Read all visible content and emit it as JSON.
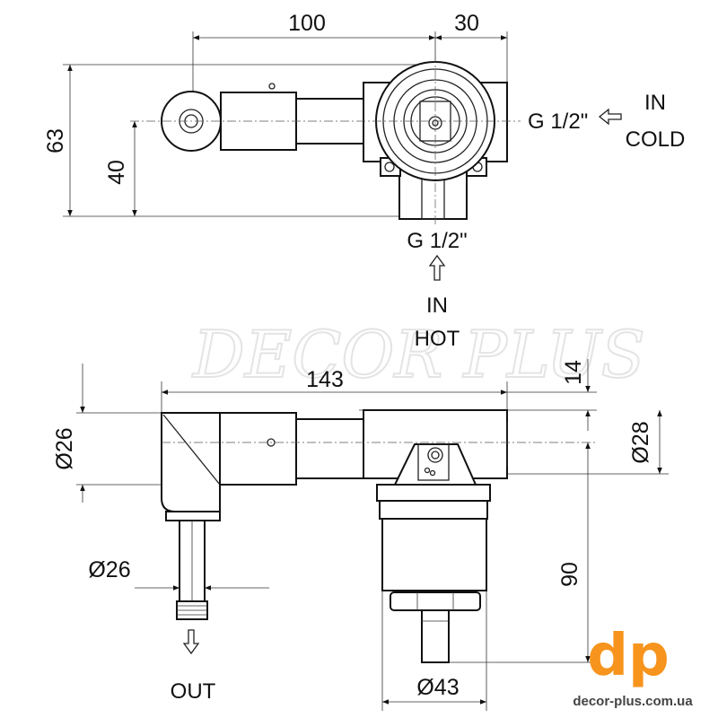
{
  "colors": {
    "brand": "#f7941d",
    "line": "#111111"
  },
  "watermark": "DECOR PLUS",
  "top_view": {
    "dim_width_left": "100",
    "dim_width_right": "30",
    "dim_height": "63",
    "dim_axis_height": "40",
    "cold_thread": "G 1/2\"",
    "cold_in": "IN",
    "cold_label": "COLD",
    "hot_thread": "G 1/2\"",
    "hot_in": "IN",
    "hot_label": "HOT"
  },
  "bottom_view": {
    "dim_total_length": "143",
    "dim_offset": "14",
    "dim_elbow_dia": "Ø26",
    "dim_body_dia": "Ø28",
    "dim_outlet_dia": "Ø26",
    "dim_depth": "90",
    "dim_cartridge_dia": "Ø43",
    "out_label": "OUT"
  },
  "logo": {
    "mark": "dp",
    "url": "decor-plus.com.ua"
  }
}
